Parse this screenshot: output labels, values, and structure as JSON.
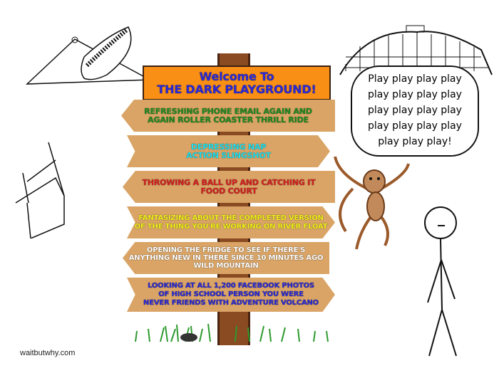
{
  "top_sign": {
    "line1": "Welcome To",
    "line2": "THE DARK PLAYGROUND!"
  },
  "signs": [
    {
      "lines": [
        "Refreshing phone email again and",
        "again roller coaster thrill ride"
      ],
      "color": "#1f8a1f"
    },
    {
      "lines": [
        "Depressing nap",
        "action slingshot"
      ],
      "color": "#1ee0f0"
    },
    {
      "lines": [
        "Throwing a ball up and catching it",
        "food court"
      ],
      "color": "#d42020"
    },
    {
      "lines": [
        "Fantasizing about the completed version",
        "of the thing you're working on river float"
      ],
      "color": "#f2f21a"
    },
    {
      "lines": [
        "Opening the fridge to see if there's",
        "anything new in there since 10 minutes ago",
        "wild mountain"
      ],
      "color": "#ffffff"
    },
    {
      "lines": [
        "Looking at all 1,200 Facebook photos",
        "of high school person you were",
        "never friends with adventure volcano"
      ],
      "color": "#2a2ad8"
    }
  ],
  "speech_bubble": {
    "lines": [
      "Play play play play",
      "play play play play",
      "play play play play",
      "play play play play",
      "play play play!"
    ]
  },
  "footer": "waitbutwhy.com"
}
